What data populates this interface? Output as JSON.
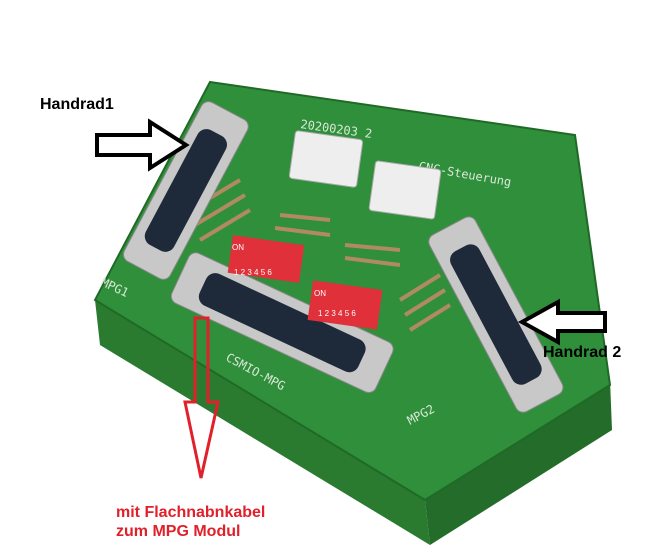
{
  "annotations": {
    "handrad1": "Handrad1",
    "handrad2": "Handrad 2",
    "cable_line1": "mit Flachnabnkabel",
    "cable_line2": "zum MPG Modul"
  },
  "board_silkscreen": {
    "date_code": "20200203 2",
    "brand": "CNC-Steuerung",
    "port_left": "MPG1",
    "port_center": "CSMIO-MPG",
    "port_right": "MPG2",
    "dip_on": "ON",
    "dip_numbers": "1 2 3 4 5 6"
  },
  "colors": {
    "board_green": "#2f8f3a",
    "annotation_red": "#e0202a",
    "dip_red": "#e0303a"
  }
}
